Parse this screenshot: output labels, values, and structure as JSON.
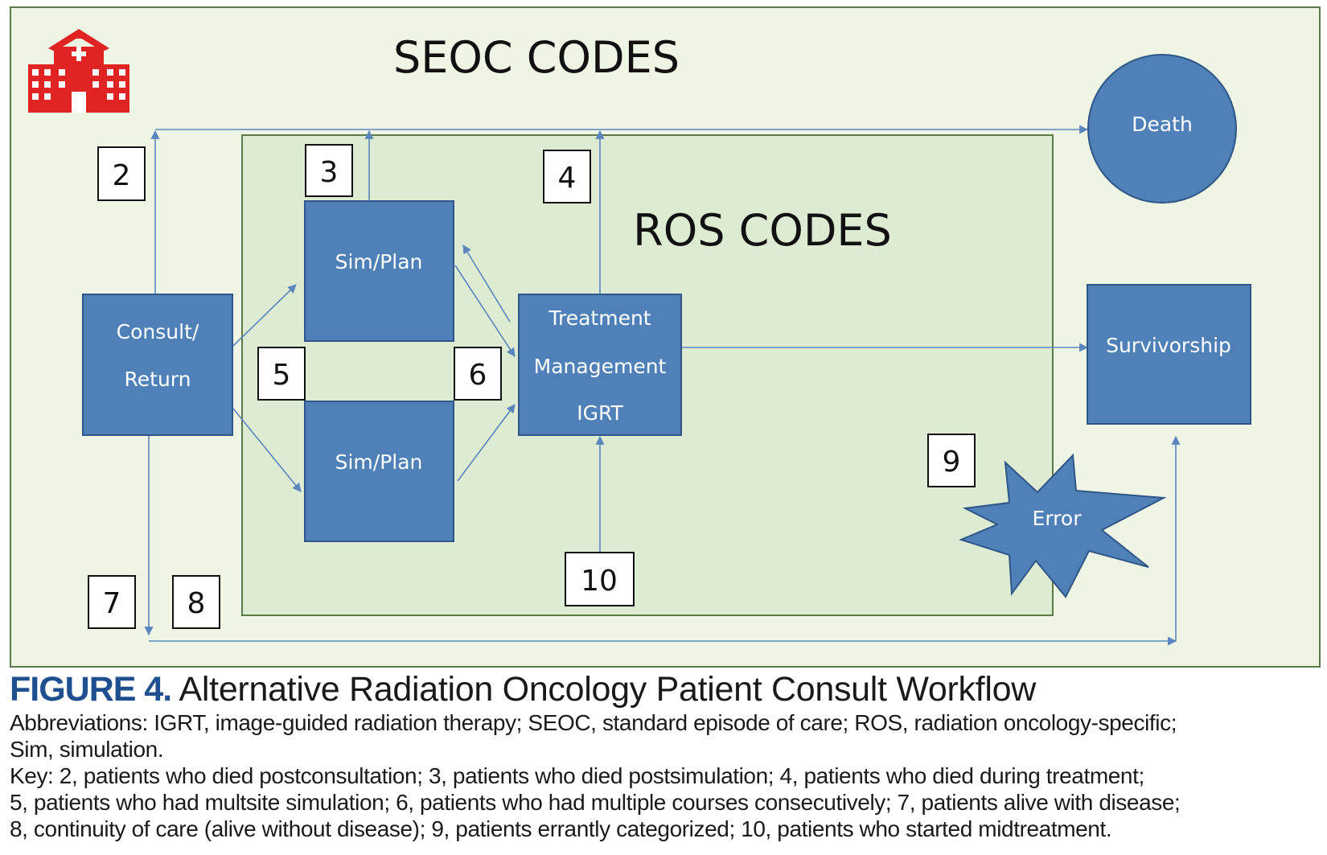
{
  "regions": {
    "outer_title": "SEOC CODES",
    "inner_title": "ROS CODES"
  },
  "nodes": {
    "consult": [
      "Consult/",
      "Return"
    ],
    "sim_plan_top": [
      "Sim/Plan"
    ],
    "sim_plan_bottom": [
      "Sim/Plan"
    ],
    "treatment": [
      "Treatment",
      "Management",
      "IGRT"
    ],
    "death": [
      "Death"
    ],
    "survivorship": [
      "Survivorship"
    ],
    "error": [
      "Error"
    ]
  },
  "key_numbers": [
    "2",
    "3",
    "4",
    "5",
    "6",
    "7",
    "8",
    "9",
    "10"
  ],
  "icon": "hospital-icon",
  "colors": {
    "outer_fill": "#eef5e5",
    "inner_fill": "#ddebd2",
    "node_fill": "#4f81b8",
    "node_stroke": "#2f5686",
    "arrow": "#5b86bd",
    "icon_red": "#e02424",
    "figure_label": "#1f4f8e"
  },
  "caption": {
    "figure_label": "FIGURE 4.",
    "title": " Alternative Radiation Oncology Patient Consult Workflow",
    "lines": [
      "Abbreviations: IGRT, image-guided radiation therapy; SEOC, standard episode of care; ROS, radiation oncology-specific;",
      "Sim, simulation.",
      "Key: 2, patients who died postconsultation; 3, patients who died postsimulation; 4, patients who died during treatment;",
      "5, patients who had multsite simulation; 6, patients who had multiple courses consecutively; 7, patients alive with disease;",
      "8, continuity of care (alive without disease); 9, patients errantly categorized; 10, patients who started midtreatment."
    ]
  }
}
